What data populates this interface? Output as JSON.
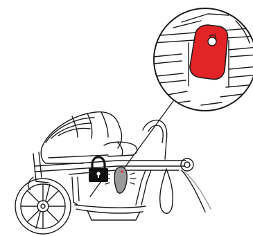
{
  "figure": {
    "subject": "stroller",
    "state": "folded",
    "callout": "magnified latch",
    "latch_state": "locked"
  },
  "icons": {
    "lock": "padlock-closed-icon",
    "indicator": "red-latch-indicator"
  },
  "colors": {
    "line": "#1a1a1a",
    "latch_red": "#e32427",
    "latch_grey": "#9a9a9a",
    "lock_black": "#111111",
    "background": "#ffffff",
    "indicator_dot": "#e32427"
  }
}
